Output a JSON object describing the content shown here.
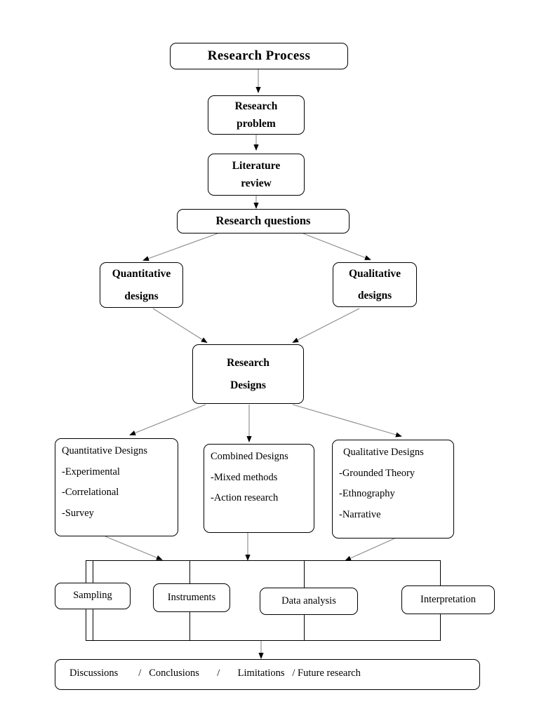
{
  "diagram": {
    "title": "Research Process",
    "type": "flowchart",
    "nodes": {
      "title_box": {
        "label": "Research Process"
      },
      "research_problem": {
        "line1": "Research",
        "line2": "problem"
      },
      "literature_review": {
        "line1": "Literature",
        "line2": "review"
      },
      "research_questions": {
        "label": "Research questions"
      },
      "quantitative_designs": {
        "line1": "Quantitative",
        "line2": "designs"
      },
      "qualitative_designs": {
        "line1": "Qualitative",
        "line2": "designs"
      },
      "research_designs": {
        "line1": "Research",
        "line2": "Designs"
      },
      "quantitative_detail": {
        "heading": "Quantitative Designs",
        "items": [
          "-Experimental",
          "-Correlational",
          "-Survey"
        ]
      },
      "combined_detail": {
        "heading": "Combined Designs",
        "items": [
          "-Mixed methods",
          "-Action research"
        ]
      },
      "qualitative_detail": {
        "heading": "Qualitative Designs",
        "items": [
          "-Grounded Theory",
          "-Ethnography",
          "-Narrative"
        ]
      },
      "sampling": {
        "label": "Sampling"
      },
      "instruments": {
        "label": "Instruments"
      },
      "data_analysis": {
        "label": "Data analysis"
      },
      "interpretation": {
        "label": "Interpretation"
      },
      "outcomes": {
        "full_text": "Discussions        /   Conclusions       /       Limitations   / Future research",
        "parts": [
          "Discussions",
          "Conclusions",
          "Limitations",
          "Future research"
        ],
        "separator": "/"
      }
    },
    "colors": {
      "stroke": "#000000",
      "fill": "#ffffff",
      "text": "#000000",
      "connector": "#7f7f7f"
    }
  }
}
